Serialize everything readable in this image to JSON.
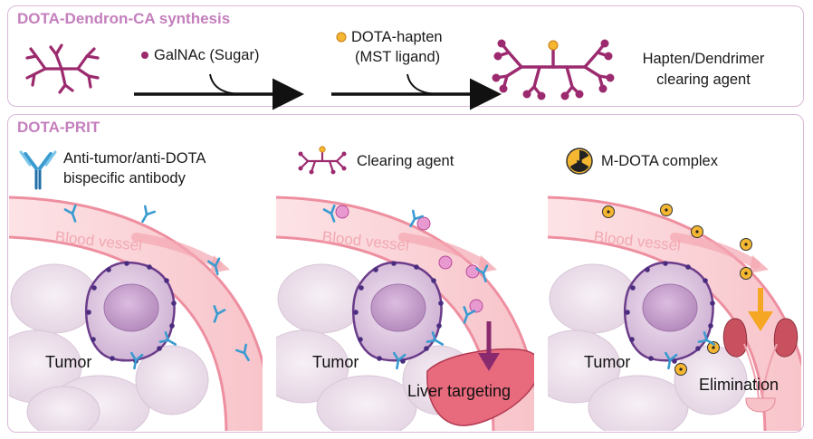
{
  "synthesis": {
    "title": "DOTA-Dendron-CA synthesis",
    "galnac_label": "GalNAc (Sugar)",
    "hapten_line1": "DOTA-hapten",
    "hapten_line2": "(MST ligand)",
    "product_line1": "Hapten/Dendrimer",
    "product_line2": "clearing agent"
  },
  "prit": {
    "title": "DOTA-PRIT",
    "step1": {
      "legend_line1": "Anti-tumor/anti-DOTA",
      "legend_line2": "bispecific antibody",
      "vessel": "Blood vessel",
      "tumor": "Tumor"
    },
    "step2": {
      "legend": "Clearing agent",
      "vessel": "Blood vessel",
      "tumor": "Tumor",
      "organ": "Liver targeting"
    },
    "step3": {
      "legend": "M-DOTA complex",
      "vessel": "Blood vessel",
      "tumor": "Tumor",
      "organ": "Elimination"
    }
  },
  "colors": {
    "panel_border": "#d9b8d9",
    "title": "#c47fbd",
    "dendrimer": "#9c2a6e",
    "galnac_dot": "#9c2a6e",
    "hapten_dot": "#f5b731",
    "antibody": "#3a9bd0",
    "vessel": "#f8c6cc",
    "liver": "#e86a7d",
    "kidney": "#c9515f"
  }
}
